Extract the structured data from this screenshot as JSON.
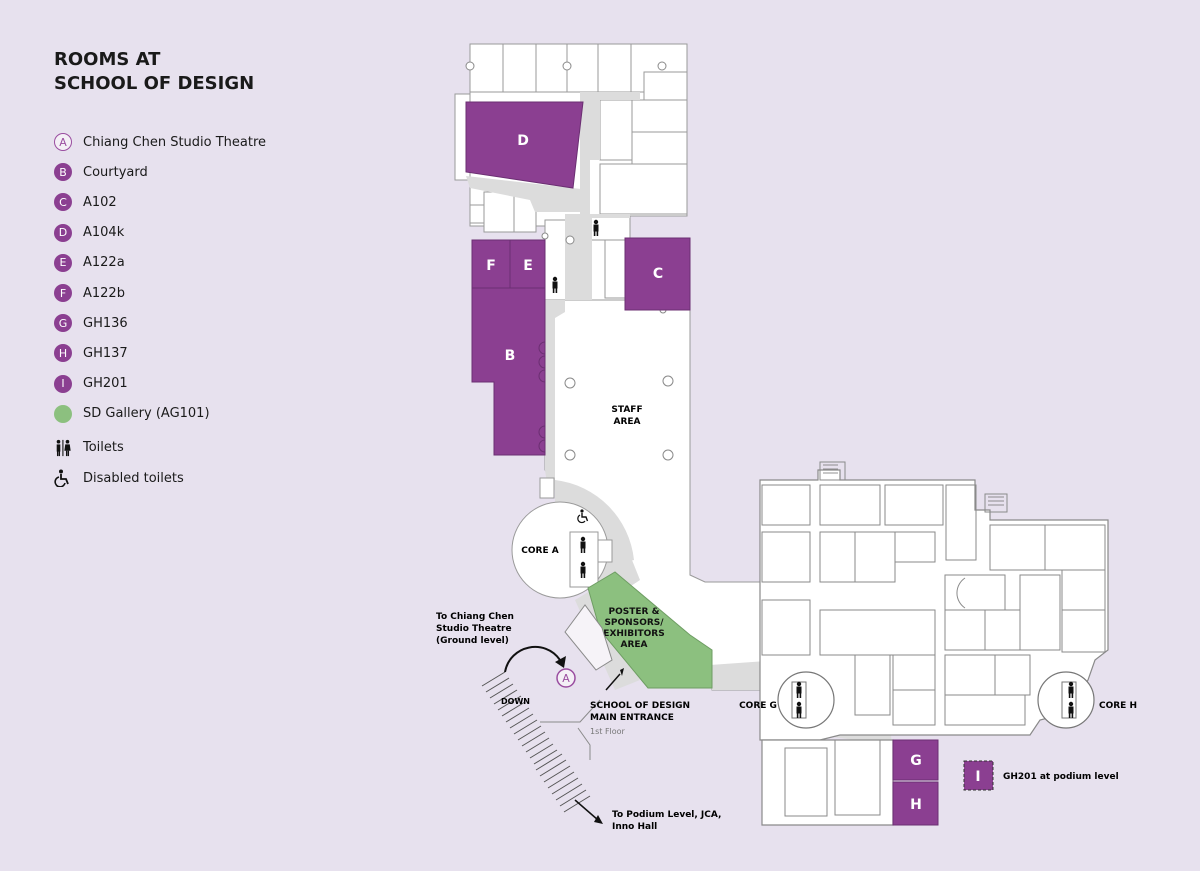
{
  "title": {
    "line1": "ROOMS AT",
    "line2": "SCHOOL OF DESIGN"
  },
  "legend": {
    "items": [
      {
        "letter": "A",
        "label": "Chiang Chen Studio Theatre",
        "style": "outline"
      },
      {
        "letter": "B",
        "label": "Courtyard",
        "style": "filled"
      },
      {
        "letter": "C",
        "label": "A102",
        "style": "filled"
      },
      {
        "letter": "D",
        "label": "A104k",
        "style": "filled"
      },
      {
        "letter": "E",
        "label": "A122a",
        "style": "filled"
      },
      {
        "letter": "F",
        "label": "A122b",
        "style": "filled"
      },
      {
        "letter": "G",
        "label": "GH136",
        "style": "filled"
      },
      {
        "letter": "H",
        "label": "GH137",
        "style": "filled"
      },
      {
        "letter": "I",
        "label": "GH201",
        "style": "filled"
      },
      {
        "letter": "",
        "label": "SD Gallery (AG101)",
        "style": "green"
      }
    ],
    "toilets_label": "Toilets",
    "disabled_toilets_label": "Disabled toilets"
  },
  "map": {
    "rooms": {
      "A": "A",
      "B": "B",
      "C": "C",
      "D": "D",
      "E": "E",
      "F": "F",
      "G": "G",
      "H": "H",
      "I": "I"
    },
    "staff_area": [
      "STAFF",
      "AREA"
    ],
    "core_a": "CORE A",
    "core_g": "CORE G",
    "core_h": "CORE H",
    "gallery": [
      "POSTER &",
      "SPONSORS/",
      "EXHIBITORS",
      "AREA"
    ],
    "to_theatre": [
      "To Chiang Chen",
      "Studio Theatre",
      "(Ground level)"
    ],
    "down": "DOWN",
    "entrance": [
      "SCHOOL OF DESIGN",
      "MAIN ENTRANCE"
    ],
    "floor": "1st Floor",
    "to_podium": [
      "To Podium Level, JCA,",
      "Inno Hall"
    ],
    "gh201_note": "GH201 at podium level"
  },
  "colors": {
    "background": "#e7e1ee",
    "room": "#8b3f91",
    "gallery": "#8cc07f",
    "corridor": "#dcdcdc"
  }
}
